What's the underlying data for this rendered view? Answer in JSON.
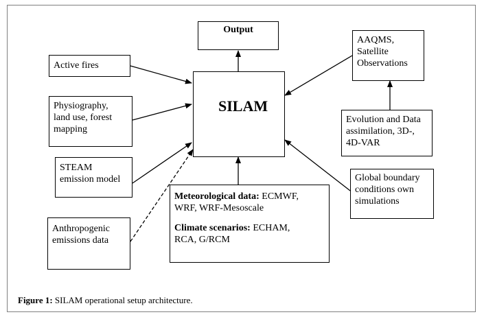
{
  "center": {
    "label": "SILAM"
  },
  "output": {
    "label": "Output"
  },
  "inputs": {
    "active_fires": [
      "Active fires"
    ],
    "physiography": [
      "Physiography,",
      "land use, forest",
      "mapping"
    ],
    "steam": [
      "STEAM",
      "emission model"
    ],
    "anthropogenic": [
      "Anthropogenic",
      "emissions data"
    ],
    "aaqms": [
      "AAQMS,",
      "Satellite",
      "Observations"
    ],
    "evolution": [
      "Evolution and Data",
      "assimilation, 3D-,",
      "4D-VAR"
    ],
    "global_boundary": [
      "Global boundary",
      "conditions own",
      "simulations"
    ]
  },
  "meteo": {
    "bold1": "Meteorological data:",
    "rest1a": " ECMWF,",
    "line1b": "WRF, WRF-Mesoscale",
    "bold2": "Climate scenarios:",
    "rest2a": " ECHAM,",
    "line2b": "RCA, G/RCM"
  },
  "caption": {
    "prefix": "Figure 1:",
    "text": " SILAM operational setup architecture."
  }
}
